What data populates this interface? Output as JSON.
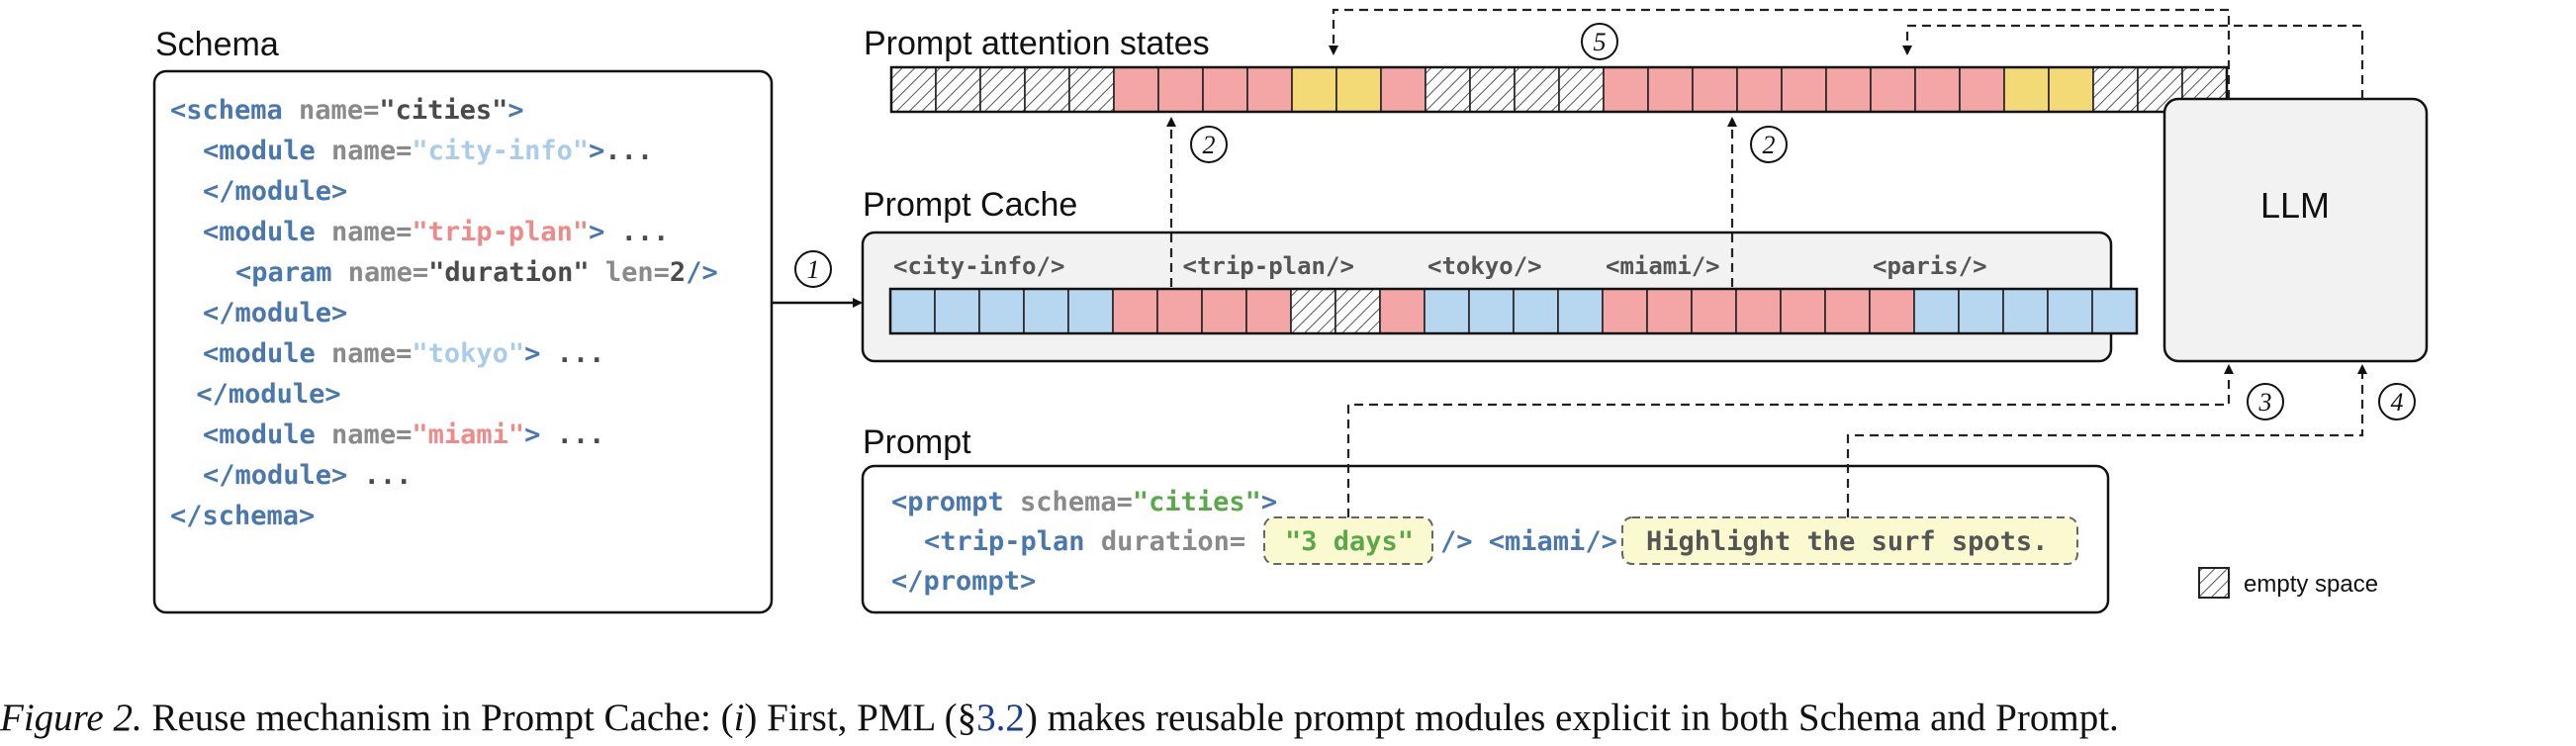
{
  "colors": {
    "tag": "#4a78ad",
    "attr": "#8a8a8a",
    "value_default": "#4a4a4a",
    "value_city_info": "#a9cde8",
    "value_trip_plan": "#ee8a8a",
    "value_tokyo": "#a9cde8",
    "value_miami": "#ee8a8a",
    "value_prompt": "#5ba84a",
    "cell_red": "#f4a6a6",
    "cell_blue": "#b7d6ef",
    "cell_yellow": "#f4d977",
    "highlight_fill": "#fbf9cf"
  },
  "schema": {
    "title": "Schema",
    "lines": [
      {
        "indent": 0,
        "segments": [
          {
            "t": "<schema ",
            "c": "tag"
          },
          {
            "t": "name=",
            "c": "attr"
          },
          {
            "t": "\"cities\"",
            "c": "value_default"
          },
          {
            "t": ">",
            "c": "tag"
          }
        ]
      },
      {
        "indent": 1,
        "segments": [
          {
            "t": "<module ",
            "c": "tag"
          },
          {
            "t": "name=",
            "c": "attr"
          },
          {
            "t": "\"city-info\"",
            "c": "value_city_info"
          },
          {
            "t": ">",
            "c": "tag"
          },
          {
            "t": "...",
            "c": "value_default"
          }
        ]
      },
      {
        "indent": 1,
        "segments": [
          {
            "t": "</module>",
            "c": "tag"
          }
        ]
      },
      {
        "indent": 1,
        "segments": [
          {
            "t": "<module ",
            "c": "tag"
          },
          {
            "t": "name=",
            "c": "attr"
          },
          {
            "t": "\"trip-plan\"",
            "c": "value_trip_plan"
          },
          {
            "t": ">",
            "c": "tag"
          },
          {
            "t": " ...",
            "c": "value_default"
          }
        ]
      },
      {
        "indent": 2,
        "segments": [
          {
            "t": "<param ",
            "c": "tag"
          },
          {
            "t": "name=",
            "c": "attr"
          },
          {
            "t": "\"duration\"",
            "c": "value_default"
          },
          {
            "t": " len=",
            "c": "attr"
          },
          {
            "t": "2",
            "c": "value_default"
          },
          {
            "t": "/>",
            "c": "tag"
          }
        ]
      },
      {
        "indent": 1,
        "segments": [
          {
            "t": "</module>",
            "c": "tag"
          }
        ]
      },
      {
        "indent": 1,
        "segments": [
          {
            "t": "<module ",
            "c": "tag"
          },
          {
            "t": "name=",
            "c": "attr"
          },
          {
            "t": "\"tokyo\"",
            "c": "value_tokyo"
          },
          {
            "t": ">",
            "c": "tag"
          },
          {
            "t": " ...",
            "c": "value_default"
          }
        ]
      },
      {
        "indent": 0.8,
        "segments": [
          {
            "t": "</module>",
            "c": "tag"
          }
        ]
      },
      {
        "indent": 1,
        "segments": [
          {
            "t": "<module ",
            "c": "tag"
          },
          {
            "t": "name=",
            "c": "attr"
          },
          {
            "t": "\"miami\"",
            "c": "value_miami"
          },
          {
            "t": ">",
            "c": "tag"
          },
          {
            "t": " ...",
            "c": "value_default"
          }
        ]
      },
      {
        "indent": 1,
        "segments": [
          {
            "t": "</module>",
            "c": "tag"
          },
          {
            "t": " ...",
            "c": "value_default"
          }
        ]
      },
      {
        "indent": 0,
        "segments": [
          {
            "t": "</schema>",
            "c": "tag"
          }
        ]
      }
    ]
  },
  "attention": {
    "title": "Prompt attention states",
    "cells": [
      "h",
      "h",
      "h",
      "h",
      "h",
      "r",
      "r",
      "r",
      "r",
      "y",
      "y",
      "r",
      "h",
      "h",
      "h",
      "h",
      "r",
      "r",
      "r",
      "r",
      "r",
      "r",
      "r",
      "r",
      "r",
      "y",
      "y",
      "h",
      "h",
      "h"
    ]
  },
  "cache": {
    "title": "Prompt Cache",
    "labels": [
      {
        "text": "<city-info/>",
        "cell": 0
      },
      {
        "text": "<trip-plan/>",
        "cell": 6.5
      },
      {
        "text": "<tokyo/>",
        "cell": 12
      },
      {
        "text": "<miami/>",
        "cell": 16
      },
      {
        "text": "<paris/>",
        "cell": 22
      }
    ],
    "cells": [
      "b",
      "b",
      "b",
      "b",
      "b",
      "r",
      "r",
      "r",
      "r",
      "h",
      "h",
      "r",
      "b",
      "b",
      "b",
      "b",
      "r",
      "r",
      "r",
      "r",
      "r",
      "r",
      "r",
      "b",
      "b",
      "b",
      "b",
      "b"
    ]
  },
  "prompt": {
    "title": "Prompt",
    "line1": [
      {
        "t": "<prompt ",
        "c": "tag"
      },
      {
        "t": "schema=",
        "c": "attr"
      },
      {
        "t": "\"cities\"",
        "c": "value_prompt"
      },
      {
        "t": ">",
        "c": "tag"
      }
    ],
    "line2_pre": [
      {
        "t": "<trip-plan ",
        "c": "tag"
      },
      {
        "t": "duration= ",
        "c": "attr"
      }
    ],
    "duration_value": "\"3 days\"",
    "line2_mid": [
      {
        "t": "/> ",
        "c": "tag"
      },
      {
        "t": "<miami/>",
        "c": "tag"
      }
    ],
    "text_value": "Highlight the surf spots.",
    "line3": [
      {
        "t": "</prompt>",
        "c": "tag"
      }
    ]
  },
  "llm": {
    "label": "LLM"
  },
  "steps": [
    "1",
    "2",
    "2",
    "3",
    "4",
    "5"
  ],
  "legend": {
    "label": "empty space"
  },
  "caption": {
    "figure": "Figure 2.",
    "parts": [
      {
        "t": " Reuse mechanism in Prompt Cache: (",
        "s": "n"
      },
      {
        "t": "i",
        "s": "i"
      },
      {
        "t": ") First, PML (§",
        "s": "n"
      },
      {
        "t": "3.2",
        "s": "link"
      },
      {
        "t": ") makes reusable prompt modules explicit in both Schema and Prompt.",
        "s": "n"
      }
    ]
  }
}
